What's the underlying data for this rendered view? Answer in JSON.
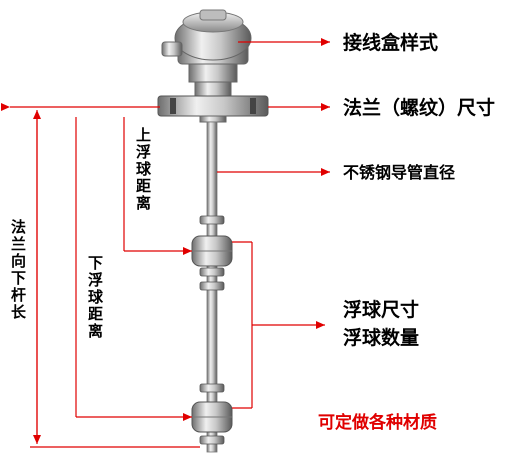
{
  "labels": {
    "junction_box": "接线盒样式",
    "flange": "法兰（螺纹）尺寸",
    "tube": "不锈钢导管直径",
    "float_size": "浮球尺寸",
    "float_count": "浮球数量",
    "upper_distance": "上浮球距离",
    "lower_distance": "下浮球距离",
    "rod_length": "法兰向下杆长",
    "material": "可定做各种材质"
  },
  "colors": {
    "dimension_line": "#e00000",
    "note_text": "#e00000",
    "metal_light": "#e6e6e6",
    "metal_dark": "#7a7a7a"
  }
}
